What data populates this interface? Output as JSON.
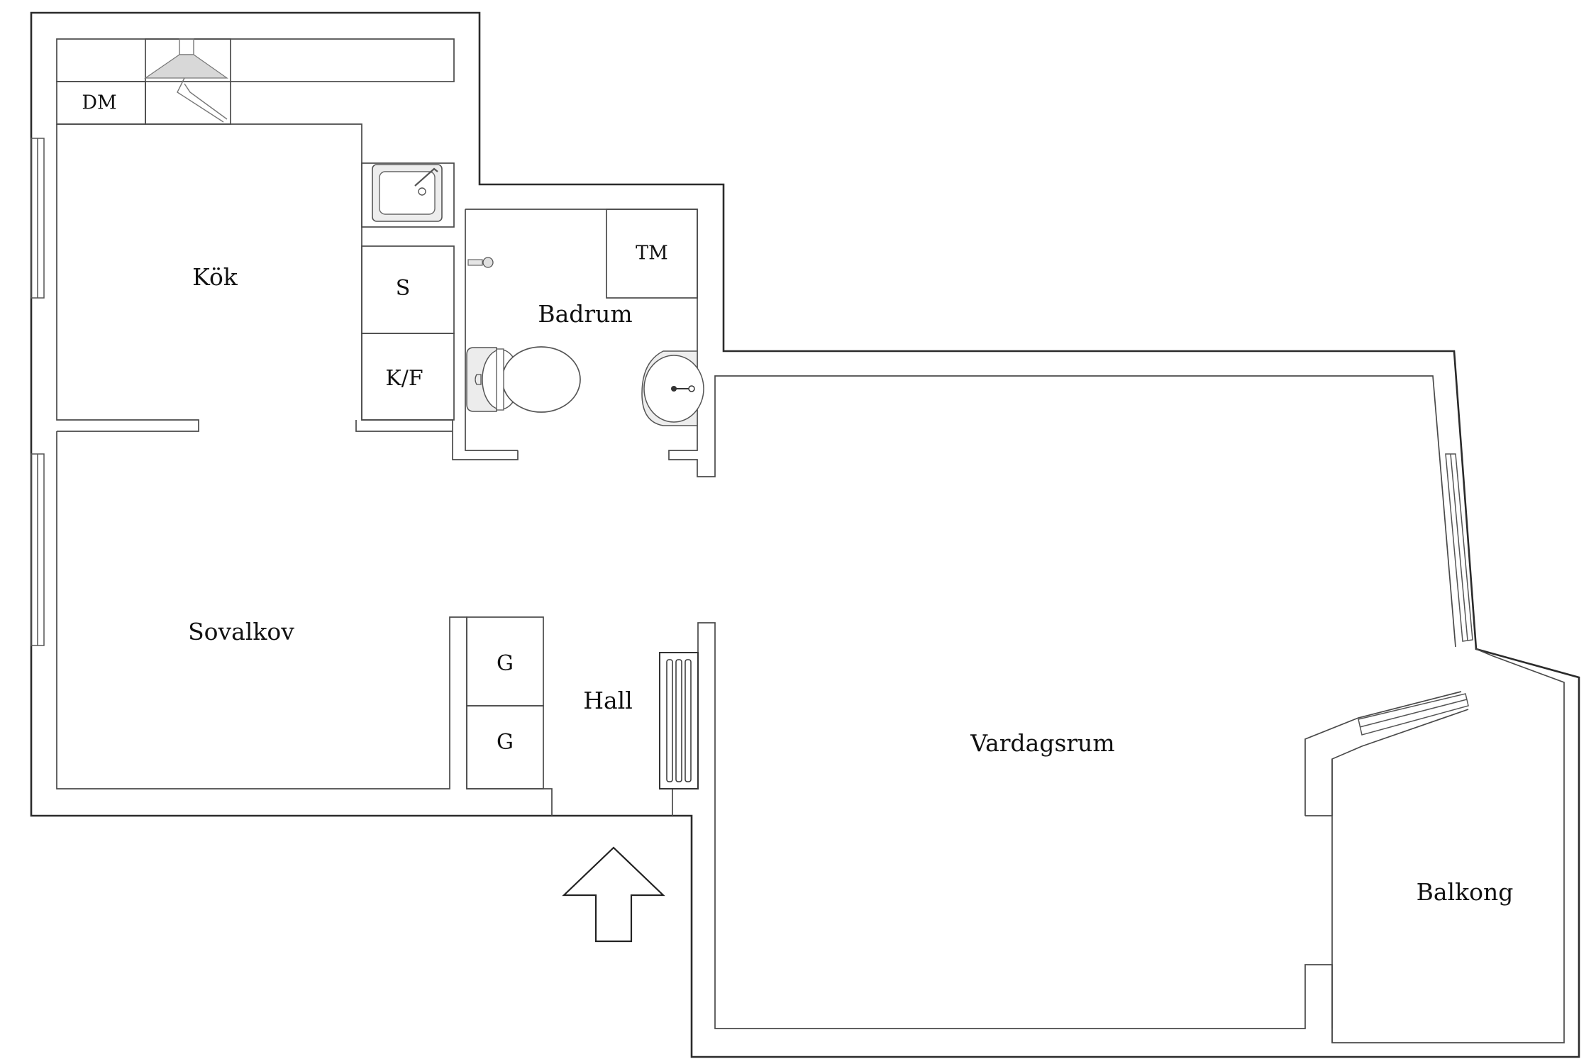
{
  "rooms": {
    "kitchen": "Kök",
    "bathroom": "Badrum",
    "alcove": "Sovalkov",
    "hall": "Hall",
    "living": "Vardagsrum",
    "balcony": "Balkong"
  },
  "fixtures": {
    "dishwasher": "DM",
    "washer": "TM",
    "cabinet": "S",
    "fridge_freezer": "K/F",
    "wardrobe_1": "G",
    "wardrobe_2": "G"
  },
  "icons": {
    "entrance": "entrance-arrow-icon",
    "sink": "kitchen-sink-icon",
    "stove_hood": "range-hood-icon",
    "toilet": "toilet-icon",
    "basin": "washbasin-icon",
    "shower": "shower-head-icon",
    "radiator": "radiator-icon"
  }
}
